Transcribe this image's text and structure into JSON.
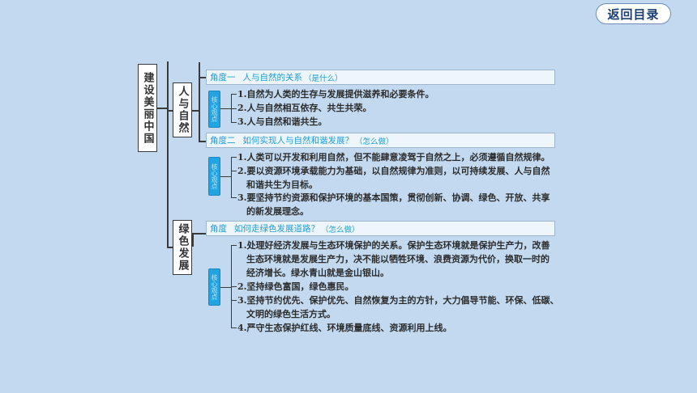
{
  "header": {
    "return_label": "返回目录"
  },
  "root": {
    "label": "建设美丽中国"
  },
  "branches": [
    {
      "label": "人与自然"
    },
    {
      "label": "绿色发展"
    }
  ],
  "clipped_top_text": "",
  "angles": [
    {
      "title": "角度一",
      "subtitle": "人与自然的关系",
      "tag": "（是什么）",
      "badge": "核心观点",
      "items": [
        "1.自然为人类的生存与发展提供滋养和必要条件。",
        "2.人与自然相互依存、共生共荣。",
        "3.人与自然和谐共生。"
      ]
    },
    {
      "title": "角度二",
      "subtitle": "如何实现人与自然和谐发展？",
      "tag": "（怎么做）",
      "badge": "核心观点",
      "items": [
        "1.人类可以开发和利用自然，但不能肆意凌驾于自然之上，必须遵循自然规律。",
        "2.要以资源环境承载能力为基础，以自然规律为准则，以可持续发展、人与自然",
        "和谐共生为目标。",
        "3.要坚持节约资源和保护环境的基本国策，贯彻创新、协调、绿色、开放、共享",
        "的新发展理念。"
      ]
    },
    {
      "title": "角度",
      "subtitle": "如何走绿色发展道路？",
      "tag": "（怎么做）",
      "badge": "核心观点",
      "items": [
        "1.处理好经济发展与生态环境保护的关系。保护生态环境就是保护生产力，改善",
        "生态环境就是发展生产力，决不能以牺牲环境、浪费资源为代价，换取一时的",
        "经济增长。绿水青山就是金山银山。",
        "2.坚持绿色富国，绿色惠民。",
        "3.坚持节约优先、保护优先、自然恢复为主的方针，大力倡导节能、环保、低碳、",
        "文明的绿色生活方式。",
        "4.严守生态保护红线、环境质量底线、资源利用上线。"
      ]
    }
  ]
}
